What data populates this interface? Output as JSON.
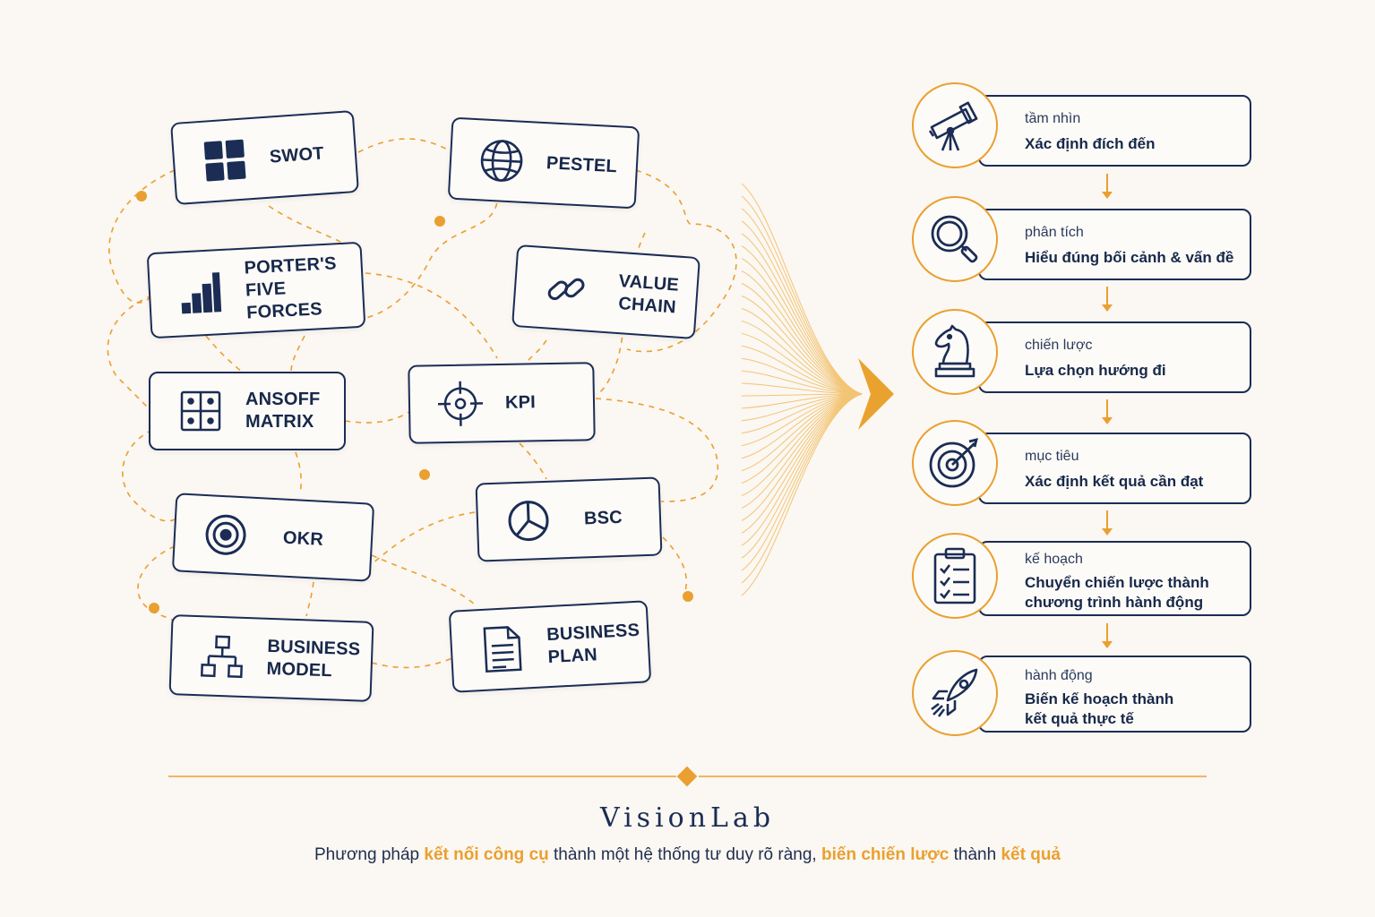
{
  "tools": [
    {
      "id": "swot",
      "lines": [
        "SWOT"
      ],
      "icon": "grid-four-icon"
    },
    {
      "id": "pestel",
      "lines": [
        "PESTEL"
      ],
      "icon": "globe-icon"
    },
    {
      "id": "porter",
      "lines": [
        "PORTER'S",
        "FIVE FORCES"
      ],
      "icon": "bar-chart-icon"
    },
    {
      "id": "value-chain",
      "lines": [
        "VALUE",
        "CHAIN"
      ],
      "icon": "chain-link-icon"
    },
    {
      "id": "ansoff",
      "lines": [
        "ANSOFF",
        "MATRIX"
      ],
      "icon": "matrix-icon"
    },
    {
      "id": "kpi",
      "lines": [
        "KPI"
      ],
      "icon": "crosshair-icon"
    },
    {
      "id": "okr",
      "lines": [
        "OKR"
      ],
      "icon": "target-rings-icon"
    },
    {
      "id": "bsc",
      "lines": [
        "BSC"
      ],
      "icon": "pie-chart-icon"
    },
    {
      "id": "business-model",
      "lines": [
        "BUSINESS",
        "MODEL"
      ],
      "icon": "org-chart-icon"
    },
    {
      "id": "business-plan",
      "lines": [
        "BUSINESS",
        "PLAN"
      ],
      "icon": "document-icon"
    }
  ],
  "steps": [
    {
      "kicker": "tầm nhìn",
      "lines": [
        "Xác định đích đến"
      ],
      "icon": "telescope-icon"
    },
    {
      "kicker": "phân tích",
      "lines": [
        "Hiểu đúng bối cảnh & vấn đề"
      ],
      "icon": "magnifier-icon"
    },
    {
      "kicker": "chiến lược",
      "lines": [
        "Lựa chọn hướng đi"
      ],
      "icon": "chess-knight-icon"
    },
    {
      "kicker": "mục tiêu",
      "lines": [
        "Xác định kết quả cần đạt"
      ],
      "icon": "dartboard-icon"
    },
    {
      "kicker": "kế hoạch",
      "lines": [
        "Chuyển chiến lược thành",
        "chương trình hành động"
      ],
      "icon": "checklist-icon"
    },
    {
      "kicker": "hành động",
      "lines": [
        "Biến kế hoạch thành",
        "kết quả thực tế"
      ],
      "icon": "rocket-icon"
    }
  ],
  "footer": {
    "title": "VisionLab",
    "tagline": [
      {
        "text": "Phương pháp ",
        "highlight": false
      },
      {
        "text": "kết nối công cụ",
        "highlight": true
      },
      {
        "text": " thành một hệ thống tư duy rõ ràng, ",
        "highlight": false
      },
      {
        "text": "biến chiến lược",
        "highlight": true
      },
      {
        "text": " thành ",
        "highlight": false
      },
      {
        "text": "kết quả",
        "highlight": true
      }
    ]
  },
  "colors": {
    "navy": "#1b2d55",
    "accent": "#e9a030",
    "background": "#fbf7f2"
  }
}
